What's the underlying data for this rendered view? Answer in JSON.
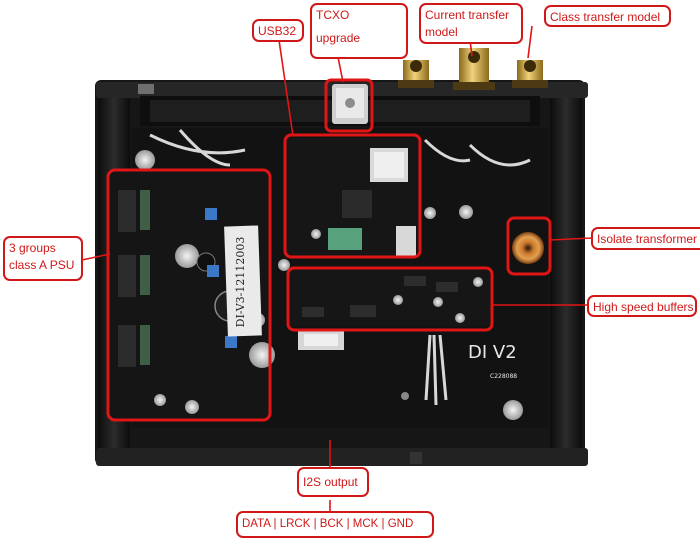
{
  "labels": {
    "usb32": "USB32",
    "tcxo_line1": "TCXO",
    "tcxo_line2": "upgrade",
    "current_transfer_line1": "Current transfer",
    "current_transfer_line2": "model",
    "class_transfer": "Class transfer model",
    "psu_line1": "3 groups",
    "psu_line2": "class A PSU",
    "isolate_transformer": "Isolate transformer",
    "high_speed_buffers": "High speed buffers",
    "i2s_output": "I2S output",
    "pinout": "DATA |  LRCK | BCK | MCK | GND"
  },
  "board": {
    "model_text": "DI  V2",
    "code_text": "C228088",
    "handwritten_tag": "DI-V3-12112003"
  },
  "colors": {
    "callout_red": "#d01818",
    "pcb_black": "#141414",
    "chassis": "#1c1c1c",
    "gold": "#c9a23c"
  }
}
